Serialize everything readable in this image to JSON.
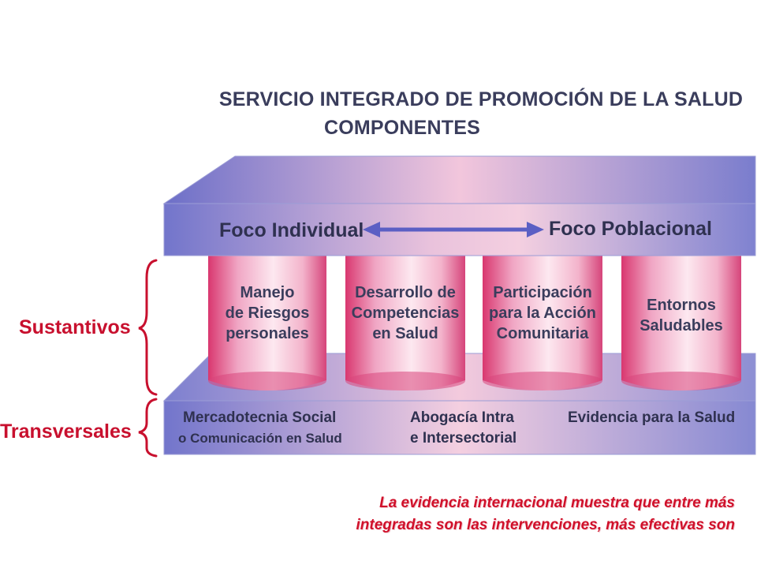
{
  "title": {
    "line1": "SERVICIO INTEGRADO DE PROMOCIÓN DE LA SALUD",
    "line2": "COMPONENTES"
  },
  "roof": {
    "left_label": "Foco Individual",
    "right_label": "Foco Poblacional"
  },
  "pillars": [
    {
      "lines": [
        "Manejo",
        "de Riesgos",
        "personales"
      ]
    },
    {
      "lines": [
        "Desarrollo de",
        "Competencias",
        "en Salud"
      ]
    },
    {
      "lines": [
        "Participación",
        "para la Acción",
        "Comunitaria"
      ]
    },
    {
      "lines": [
        "Entornos",
        "Saludables"
      ]
    }
  ],
  "base": {
    "item1_line1": "Mercadotecnia Social",
    "item1_line2": "o Comunicación en Salud",
    "item2_line1": "Abogacía Intra",
    "item2_line2": "e Intersectorial",
    "item3": "Evidencia para la Salud"
  },
  "side_labels": {
    "sustantivos": "Sustantivos",
    "transversales": "Transversales"
  },
  "footer": {
    "line1": "La evidencia internacional muestra que entre más",
    "line2": "integradas son las intervenciones, más efectivas son"
  },
  "colors": {
    "blue": "#6f72c9",
    "pink": "#f2c4d8",
    "accent_red": "#c8102e"
  }
}
